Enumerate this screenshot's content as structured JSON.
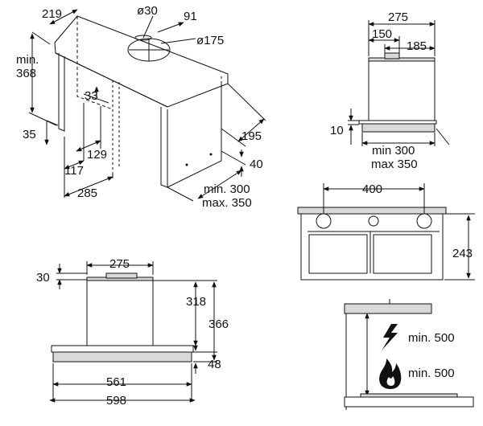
{
  "dimensions": {
    "isometric": {
      "width_219": "219",
      "duct_diameter_30": "ø30",
      "offset_91": "91",
      "duct_diameter_175": "ø175",
      "min_label": "min.",
      "min_368": "368",
      "dim_33": "33",
      "dim_35": "35",
      "dim_129": "129",
      "dim_117": "117",
      "dim_285": "285",
      "dim_195": "195",
      "dim_40": "40",
      "range_min": "min. 300",
      "range_max": "max. 350"
    },
    "top_right": {
      "width_275": "275",
      "dim_150": "150",
      "dim_185": "185",
      "dim_10": "10",
      "range_min": "min 300",
      "range_max": "max 350"
    },
    "front_right": {
      "dim_400": "400",
      "dim_243": "243"
    },
    "front_left": {
      "dim_275": "275",
      "dim_30": "30",
      "dim_318": "318",
      "dim_366": "366",
      "dim_48": "48",
      "dim_561": "561",
      "dim_598": "598"
    },
    "clearance": {
      "electric_min": "min. 500",
      "gas_min": "min. 500"
    }
  },
  "icons": [
    "lightning-icon",
    "flame-icon"
  ]
}
